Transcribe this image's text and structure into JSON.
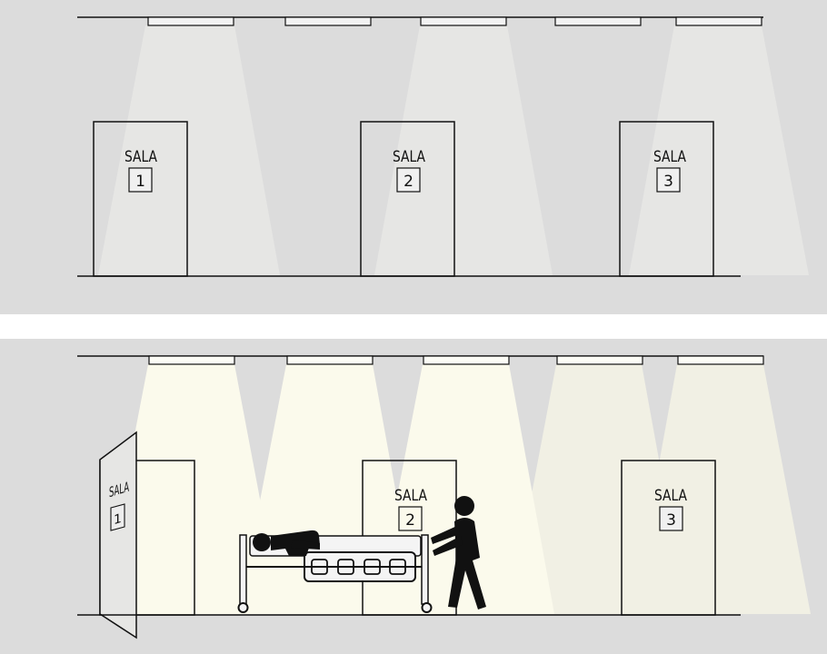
{
  "panels": [
    {
      "name": "corridor-lights-off",
      "doors": [
        {
          "label": "SALA",
          "number": "1"
        },
        {
          "label": "SALA",
          "number": "2"
        },
        {
          "label": "SALA",
          "number": "3"
        }
      ]
    },
    {
      "name": "corridor-lights-on",
      "doors": [
        {
          "label": "SALA",
          "number": "1"
        },
        {
          "label": "SALA",
          "number": "2"
        },
        {
          "label": "SALA",
          "number": "3"
        }
      ]
    }
  ],
  "colors": {
    "background": "#dcdcdc",
    "beam_dim": "#ececea",
    "beam_lit": "#fbfaec",
    "beam_lit_soft": "#f3f2e6",
    "ink": "#111111",
    "door_fill": "#e4e4e4"
  },
  "icons": [
    "ceiling-light-icon",
    "stretcher-icon",
    "patient-icon",
    "nurse-icon"
  ]
}
